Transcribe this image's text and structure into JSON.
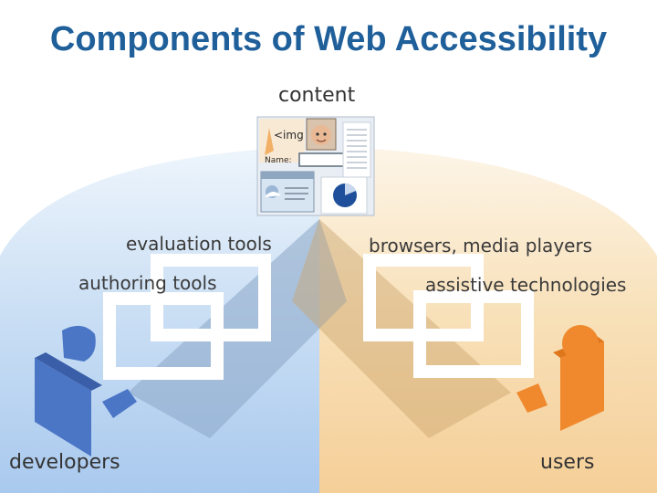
{
  "title": "Components of Web Accessibility",
  "labels": {
    "content": "content",
    "evaluation_tools": "evaluation tools",
    "authoring_tools": "authoring tools",
    "browsers_media_players": "browsers, media players",
    "assistive_technologies": "assistive technologies",
    "developers": "developers",
    "users": "users"
  },
  "content_graphic": {
    "img_tag_text": "<img",
    "name_field_label": "Name:"
  },
  "colors": {
    "title": "#1f5f9a",
    "developer_side": "#b7d4f1",
    "user_side": "#f7d9ab",
    "developer_figure": "#4b76c6",
    "user_figure": "#f0892e"
  },
  "icons": [
    "developer-person-icon",
    "user-person-icon",
    "baby-photo-icon",
    "weather-widget-icon",
    "pie-chart-icon"
  ]
}
